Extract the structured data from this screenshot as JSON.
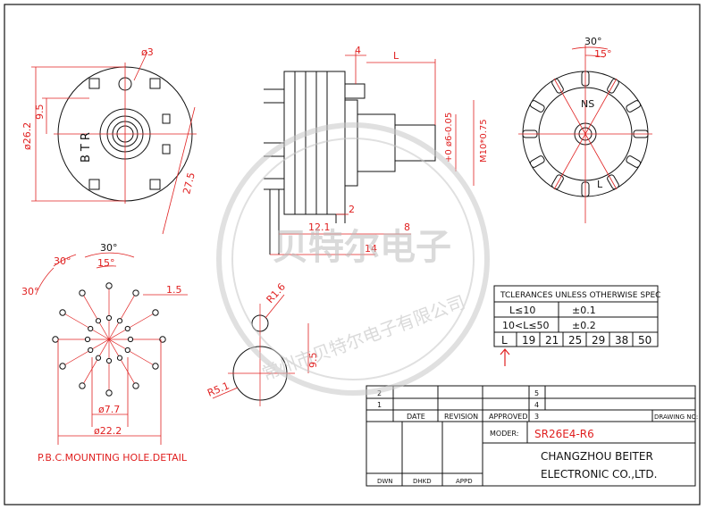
{
  "dimensions": {
    "hole_dia": "ø3",
    "height_9_5": "9.5",
    "body_dia": "ø26.2",
    "diag_27_5": "27.5",
    "top_4": "4",
    "length_L": "L",
    "shaft_tol": "+0 ø6-0.05",
    "thread": "M10*0.75",
    "len_12_1": "12.1",
    "len_2": "2",
    "len_8": "8",
    "len_14": "14",
    "angle_30": "30°",
    "angle_15": "15°",
    "pcb_30a": "30°",
    "pcb_30b": "30°",
    "pcb_30c": "30°",
    "pcb_15": "15°",
    "pcb_1_5": "1.5",
    "pcb_7_7": "ø7.7",
    "pcb_22_2": "ø22.2",
    "r1_6": "R1.6",
    "r5_1": "R5.1",
    "hole_9_5": "9.5"
  },
  "labels": {
    "btr": "BTR",
    "ns": "NS",
    "l": "L",
    "pcb_caption": "P.B.C.MOUNTING HOLE.DETAIL"
  },
  "tolerance": {
    "heading": "TCLERANCES UNLESS OTHERWISE SPEC",
    "row1_range": "L≤10",
    "row1_tol": "±0.1",
    "row2_range": "10<L≤50",
    "row2_tol": "±0.2",
    "l_label": "L",
    "l_values": [
      "19",
      "21",
      "25",
      "29",
      "38",
      "50"
    ]
  },
  "title_block": {
    "rev2": "2",
    "rev1": "1",
    "col_date": "DATE",
    "col_revision": "REVISION",
    "col_approved": "APPROVED",
    "idx5": "5",
    "idx4": "4",
    "idx3": "3",
    "model_label": "MODER:",
    "model_value": "SR26E4-R6",
    "drawing_no": "DRAWING NO:",
    "company_line1": "CHANGZHOU BEITER",
    "company_line2": "ELECTRONIC CO.,LTD.",
    "dwn": "DWN",
    "dhkd": "DHKD",
    "appd": "APPD"
  },
  "watermark": {
    "brand": "贝特尔电子",
    "ring": "常州市贝特尔电子有限公司"
  },
  "colors": {
    "line": "#111111",
    "dim": "#e02020",
    "watermark": "#c8c8c8"
  }
}
